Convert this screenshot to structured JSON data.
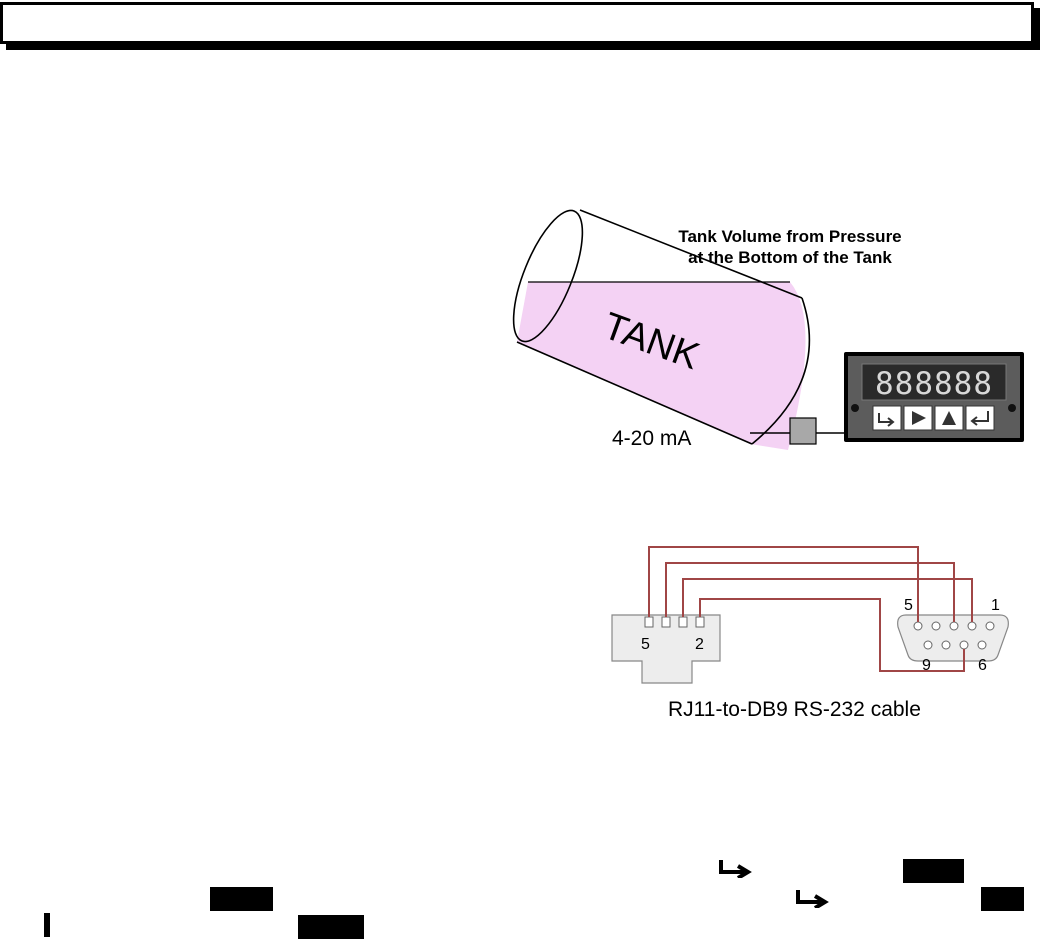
{
  "tank_diagram": {
    "caption_line1": "Tank Volume from Pressure",
    "caption_line2": "at the Bottom of the Tank",
    "tank_label": "TANK",
    "signal_label": "4-20 mA",
    "display_value": "888888",
    "colors": {
      "liquid": "#f4d2f4",
      "meter_face": "#5c5c5c",
      "display_bg": "#2a2a2a",
      "segment": "#d8d8d8",
      "transmitter": "#a8a8a8"
    },
    "keypad_icons": [
      "menu-arrow-icon",
      "right-arrow-icon",
      "up-arrow-icon",
      "enter-icon"
    ]
  },
  "cable_diagram": {
    "caption": "RJ11-to-DB9 RS-232 cable",
    "rj11_labels": [
      "5",
      "2"
    ],
    "db9_labels": {
      "top_left": "5",
      "top_right": "1",
      "bottom_left": "9",
      "bottom_right": "6"
    },
    "colors": {
      "wire": "#a04646",
      "connector": "#ededed"
    }
  }
}
